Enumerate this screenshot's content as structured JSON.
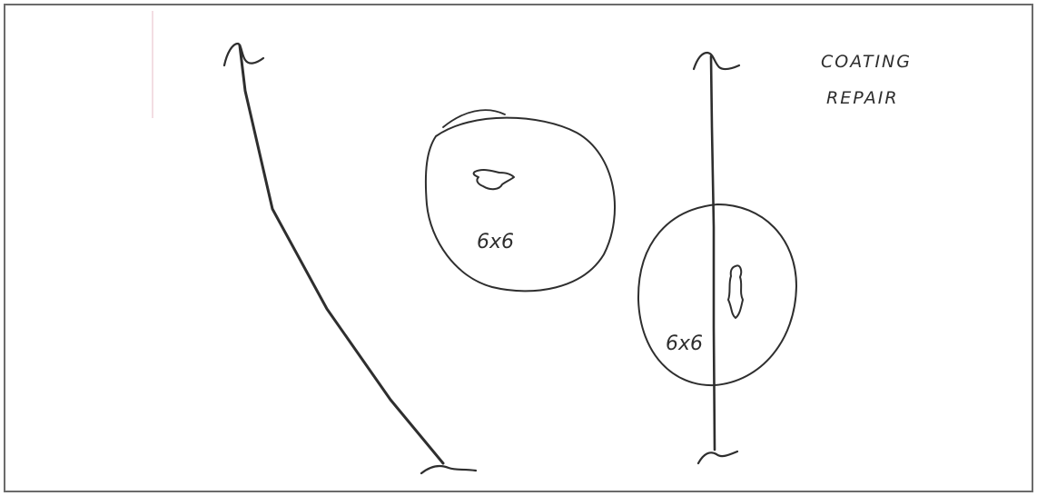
{
  "note": {
    "line1": "COATING",
    "line2": "REPAIR"
  },
  "left_detail": {
    "dimension_label": "6x6"
  },
  "right_detail": {
    "dimension_label": "6x6"
  },
  "colors": {
    "ink": "#2e2e2e",
    "frame": "#6b6b6b",
    "background": "#ffffff"
  }
}
